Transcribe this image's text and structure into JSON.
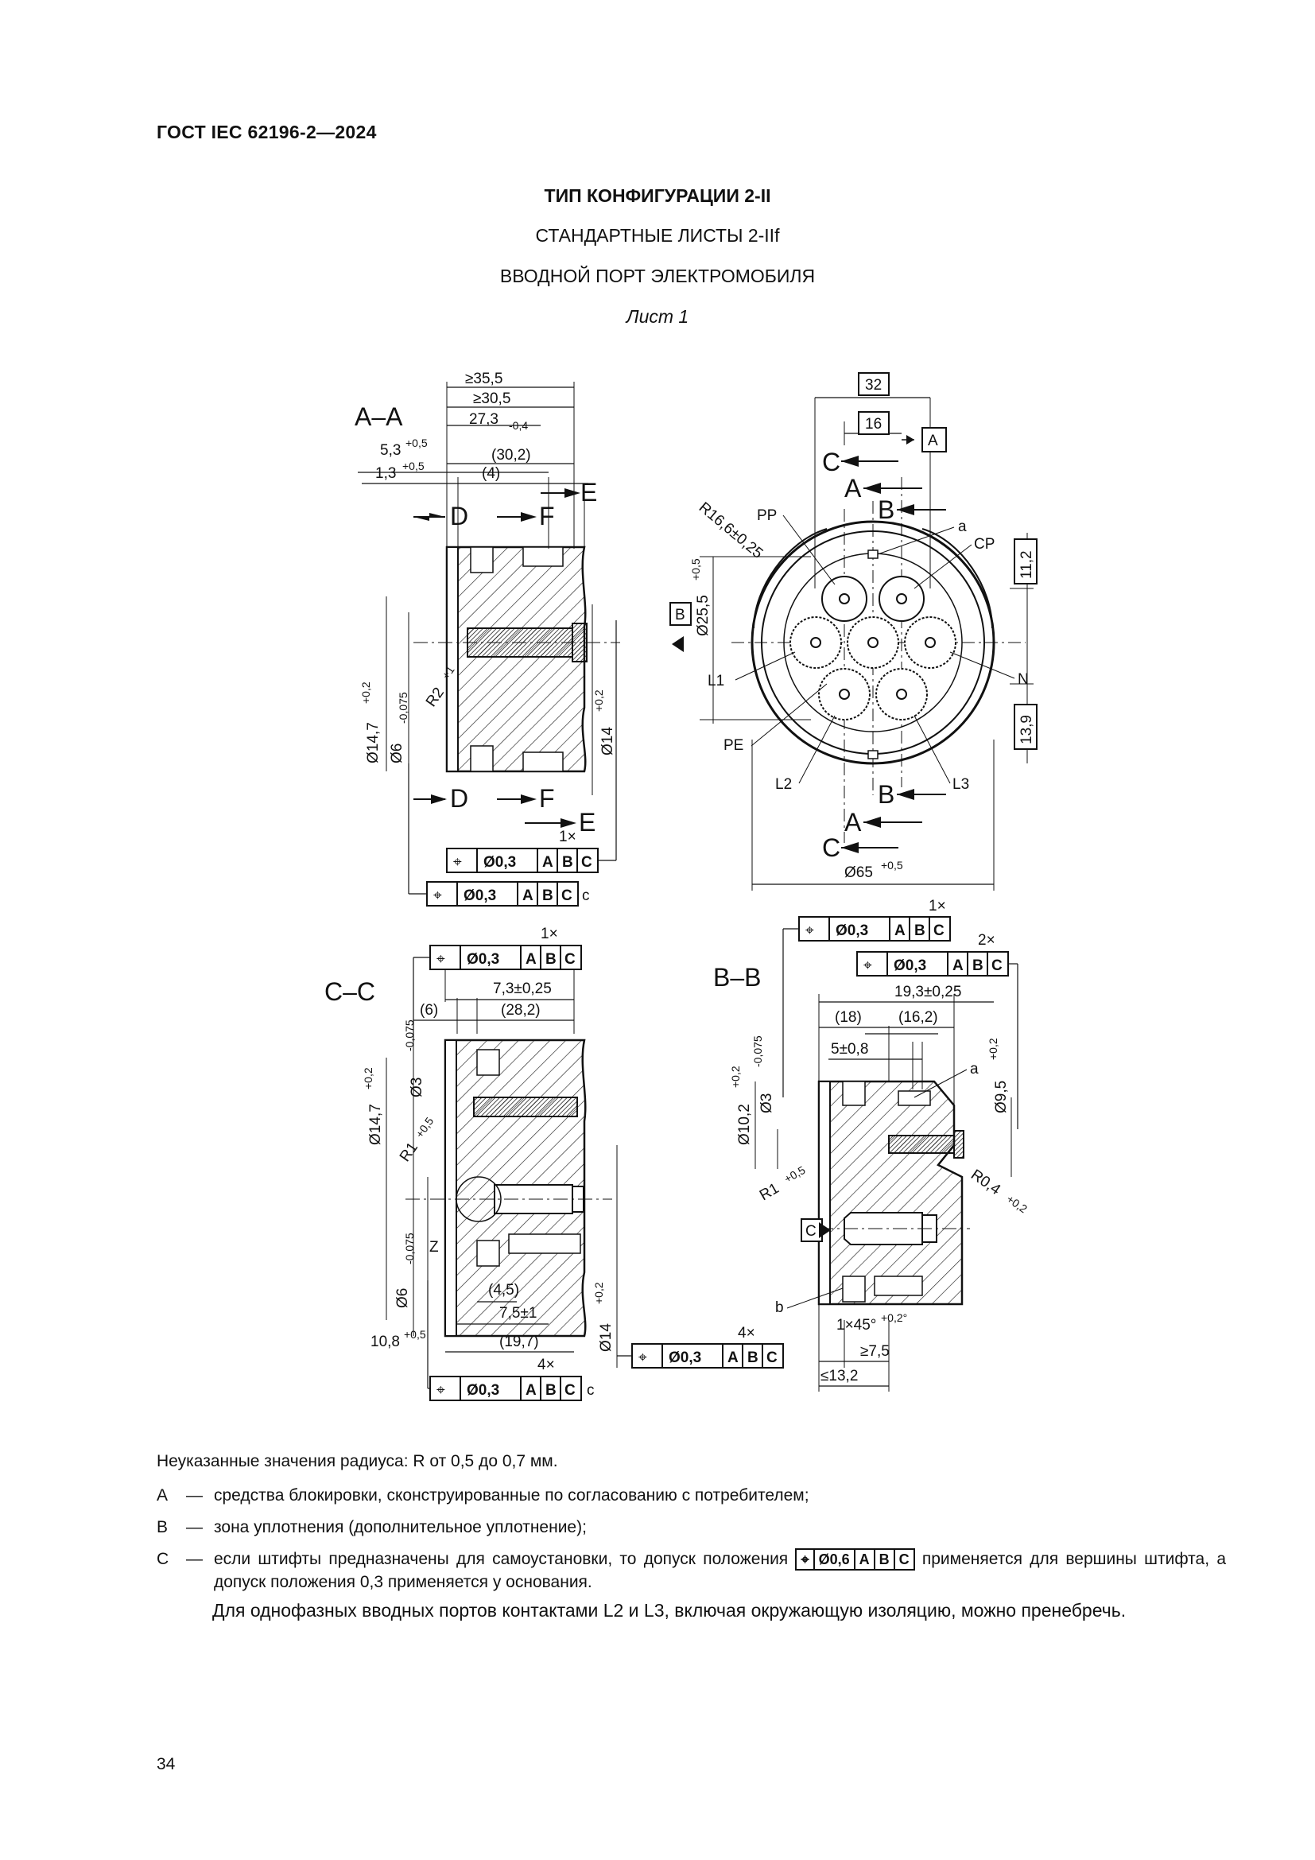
{
  "header": "ГОСТ IEC 62196-2—2024",
  "title": {
    "line1": "ТИП КОНФИГУРАЦИИ 2-II",
    "line2": "СТАНДАРТНЫЕ ЛИСТЫ 2-IIf",
    "line3": "ВВОДНОЙ ПОРТ ЭЛЕКТРОМОБИЛЯ",
    "sheet": "Лист 1"
  },
  "drawing": {
    "aa": {
      "label": "A–A",
      "dims": [
        "≥35,5",
        "≥30,5",
        "27,3",
        "-0,4",
        "5,3",
        "+0,5",
        "(30,2)",
        "1,3",
        "+0,5",
        "(4)",
        "Ø14,7",
        "+0,2",
        "Ø6",
        "-0,075",
        "Ø14",
        "+0,2",
        "R2",
        "+1"
      ],
      "sections": [
        "D",
        "F",
        "E",
        "D",
        "F",
        "E"
      ],
      "fcf1": {
        "count": "1×",
        "cells": [
          "⌖",
          "Ø0,3",
          "A",
          "B",
          "C"
        ]
      },
      "fcf2": {
        "cells": [
          "⌖",
          "Ø0,3",
          "A",
          "B",
          "C"
        ],
        "note": "c"
      }
    },
    "front": {
      "dims": [
        "32",
        "16",
        "R16,6±0,25",
        "Ø25,5",
        "+0,5",
        "11,2",
        "13,9",
        "Ø65",
        "+0,5"
      ],
      "datums": [
        "A",
        "B"
      ],
      "sections": [
        "C",
        "A",
        "B",
        "B",
        "A",
        "C"
      ],
      "pins": [
        "PP",
        "CP",
        "L1",
        "N",
        "PE",
        "L2",
        "L3"
      ],
      "mark": "a"
    },
    "cc": {
      "label": "C–C",
      "dims": [
        "7,3±0,25",
        "(6)",
        "(28,2)",
        "Ø3",
        "-0,075",
        "Ø14,7",
        "+0,2",
        "R1",
        "+0,5",
        "Ø6",
        "-0,075",
        "(4,5)",
        "7,5±1",
        "10,8",
        "+0,5",
        "(19,7)",
        "Ø14",
        "+0,2"
      ],
      "z": "Z",
      "fcf1": {
        "count": "1×",
        "cells": [
          "⌖",
          "Ø0,3",
          "A",
          "B",
          "C"
        ]
      },
      "fcf2": {
        "count": "4×",
        "cells": [
          "⌖",
          "Ø0,3",
          "A",
          "B",
          "C"
        ],
        "note": "c"
      },
      "fcf3": {
        "count": "4×",
        "cells": [
          "⌖",
          "Ø0,3",
          "A",
          "B",
          "C"
        ]
      }
    },
    "bb": {
      "label": "B–B",
      "dims": [
        "19,3±0,25",
        "(18)",
        "(16,2)",
        "5±0,8",
        "Ø10,2",
        "+0,2",
        "Ø3",
        "-0,075",
        "Ø9,5",
        "+0,2",
        "R1",
        "+0,5",
        "R0,4",
        "+0,2",
        "1×45°",
        "+0,2°",
        "≥7,5",
        "≤13,2"
      ],
      "marks": [
        "a",
        "b"
      ],
      "datum": "C",
      "fcf1": {
        "count": "1×",
        "cells": [
          "⌖",
          "Ø0,3",
          "A",
          "B",
          "C"
        ]
      },
      "fcf2": {
        "count": "2×",
        "cells": [
          "⌖",
          "Ø0,3",
          "A",
          "B",
          "C"
        ]
      }
    }
  },
  "radius_note": "Неуказанные значения радиуса: R от 0,5 до 0,7 мм.",
  "legend": [
    {
      "key": "A",
      "dash": "—",
      "text": "средства блокировки, сконструированные по согласованию с потребителем;"
    },
    {
      "key": "B",
      "dash": "—",
      "text": "зона уплотнения (дополнительное уплотнение);"
    },
    {
      "key": "C",
      "dash": "—",
      "text_before": "если штифты предназначены для самоустановки, то допуск положения",
      "fcf": [
        "⌖",
        "Ø0,6",
        "A",
        "B",
        "C"
      ],
      "text_after": "применяется для вершины штифта, а допуск положения 0,3 применяется у основания."
    }
  ],
  "paragraph": "Для однофазных вводных портов контактами L2 и L3, включая окружающую изоляцию, можно пренебречь.",
  "page_number": "34"
}
